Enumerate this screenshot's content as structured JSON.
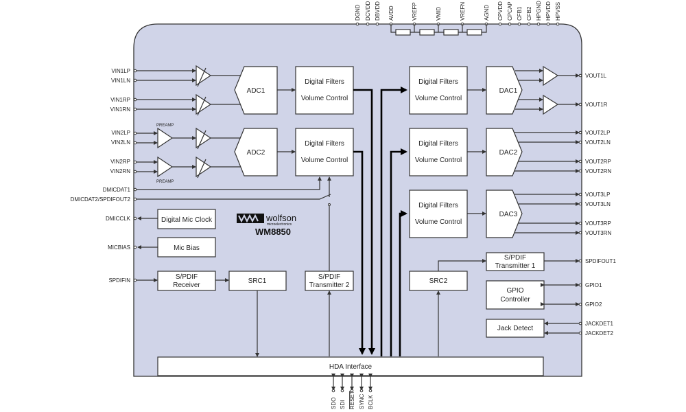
{
  "diagram": {
    "title": "WM8850",
    "logo": {
      "brand": "wolfson",
      "subtitle": "microelectronics"
    },
    "colors": {
      "chip_fill": "#d0d4e8",
      "chip_stroke": "#333333",
      "block_fill": "#ffffff",
      "bus": "#000000"
    },
    "top_pins": [
      "DGND",
      "DCVDD",
      "DBVDD",
      "AVDD",
      "VREFP",
      "VMID",
      "VREFN",
      "AGND",
      "CPVDD",
      "CPCAP",
      "CFB1",
      "CFB2",
      "HPGND",
      "HPVDD",
      "HPVSS"
    ],
    "left_pins": {
      "vin1lp": "VIN1LP",
      "vin1ln": "VIN1LN",
      "vin1rp": "VIN1RP",
      "vin1rn": "VIN1RN",
      "vin2lp": "VIN2LP",
      "vin2ln": "VIN2LN",
      "vin2rp": "VIN2RP",
      "vin2rn": "VIN2RN",
      "dmicdat1": "DMICDAT1",
      "dmicdat2": "DMICDAT2/SPDIFOUT2",
      "dmicclk": "DMICCLK",
      "micbias": "MICBIAS",
      "spdifin": "SPDIFIN"
    },
    "right_pins": {
      "vout1l": "VOUT1L",
      "vout1r": "VOUT1R",
      "vout2lp": "VOUT2LP",
      "vout2ln": "VOUT2LN",
      "vout2rp": "VOUT2RP",
      "vout2rn": "VOUT2RN",
      "vout3lp": "VOUT3LP",
      "vout3ln": "VOUT3LN",
      "vout3rp": "VOUT3RP",
      "vout3rn": "VOUT3RN",
      "spdifout1": "SPDIFOUT1",
      "gpio1": "GPIO1",
      "gpio2": "GPIO2",
      "jackdet1": "JACKDET1",
      "jackdet2": "JACKDET2"
    },
    "bottom_pins": [
      "SDO",
      "SDI",
      "RESET",
      "SYNC",
      "BCLK"
    ],
    "preamp_label": "PREAMP",
    "blocks": {
      "adc1": "ADC1",
      "adc2": "ADC2",
      "dac1": "DAC1",
      "dac2": "DAC2",
      "dac3": "DAC3",
      "filters_line1": "Digital Filters",
      "filters_line2": "Volume Control",
      "dmic_clock": "Digital Mic Clock",
      "mic_bias": "Mic Bias",
      "spdif_rx_1": "S/PDIF",
      "spdif_rx_2": "Receiver",
      "src1": "SRC1",
      "src2": "SRC2",
      "spdif_tx2_1": "S/PDIF",
      "spdif_tx2_2": "Transmitter 2",
      "spdif_tx1_1": "S/PDIF",
      "spdif_tx1_2": "Transmitter 1",
      "gpio_1": "GPIO",
      "gpio_2": "Controller",
      "jack_detect": "Jack Detect",
      "hda": "HDA Interface"
    }
  }
}
